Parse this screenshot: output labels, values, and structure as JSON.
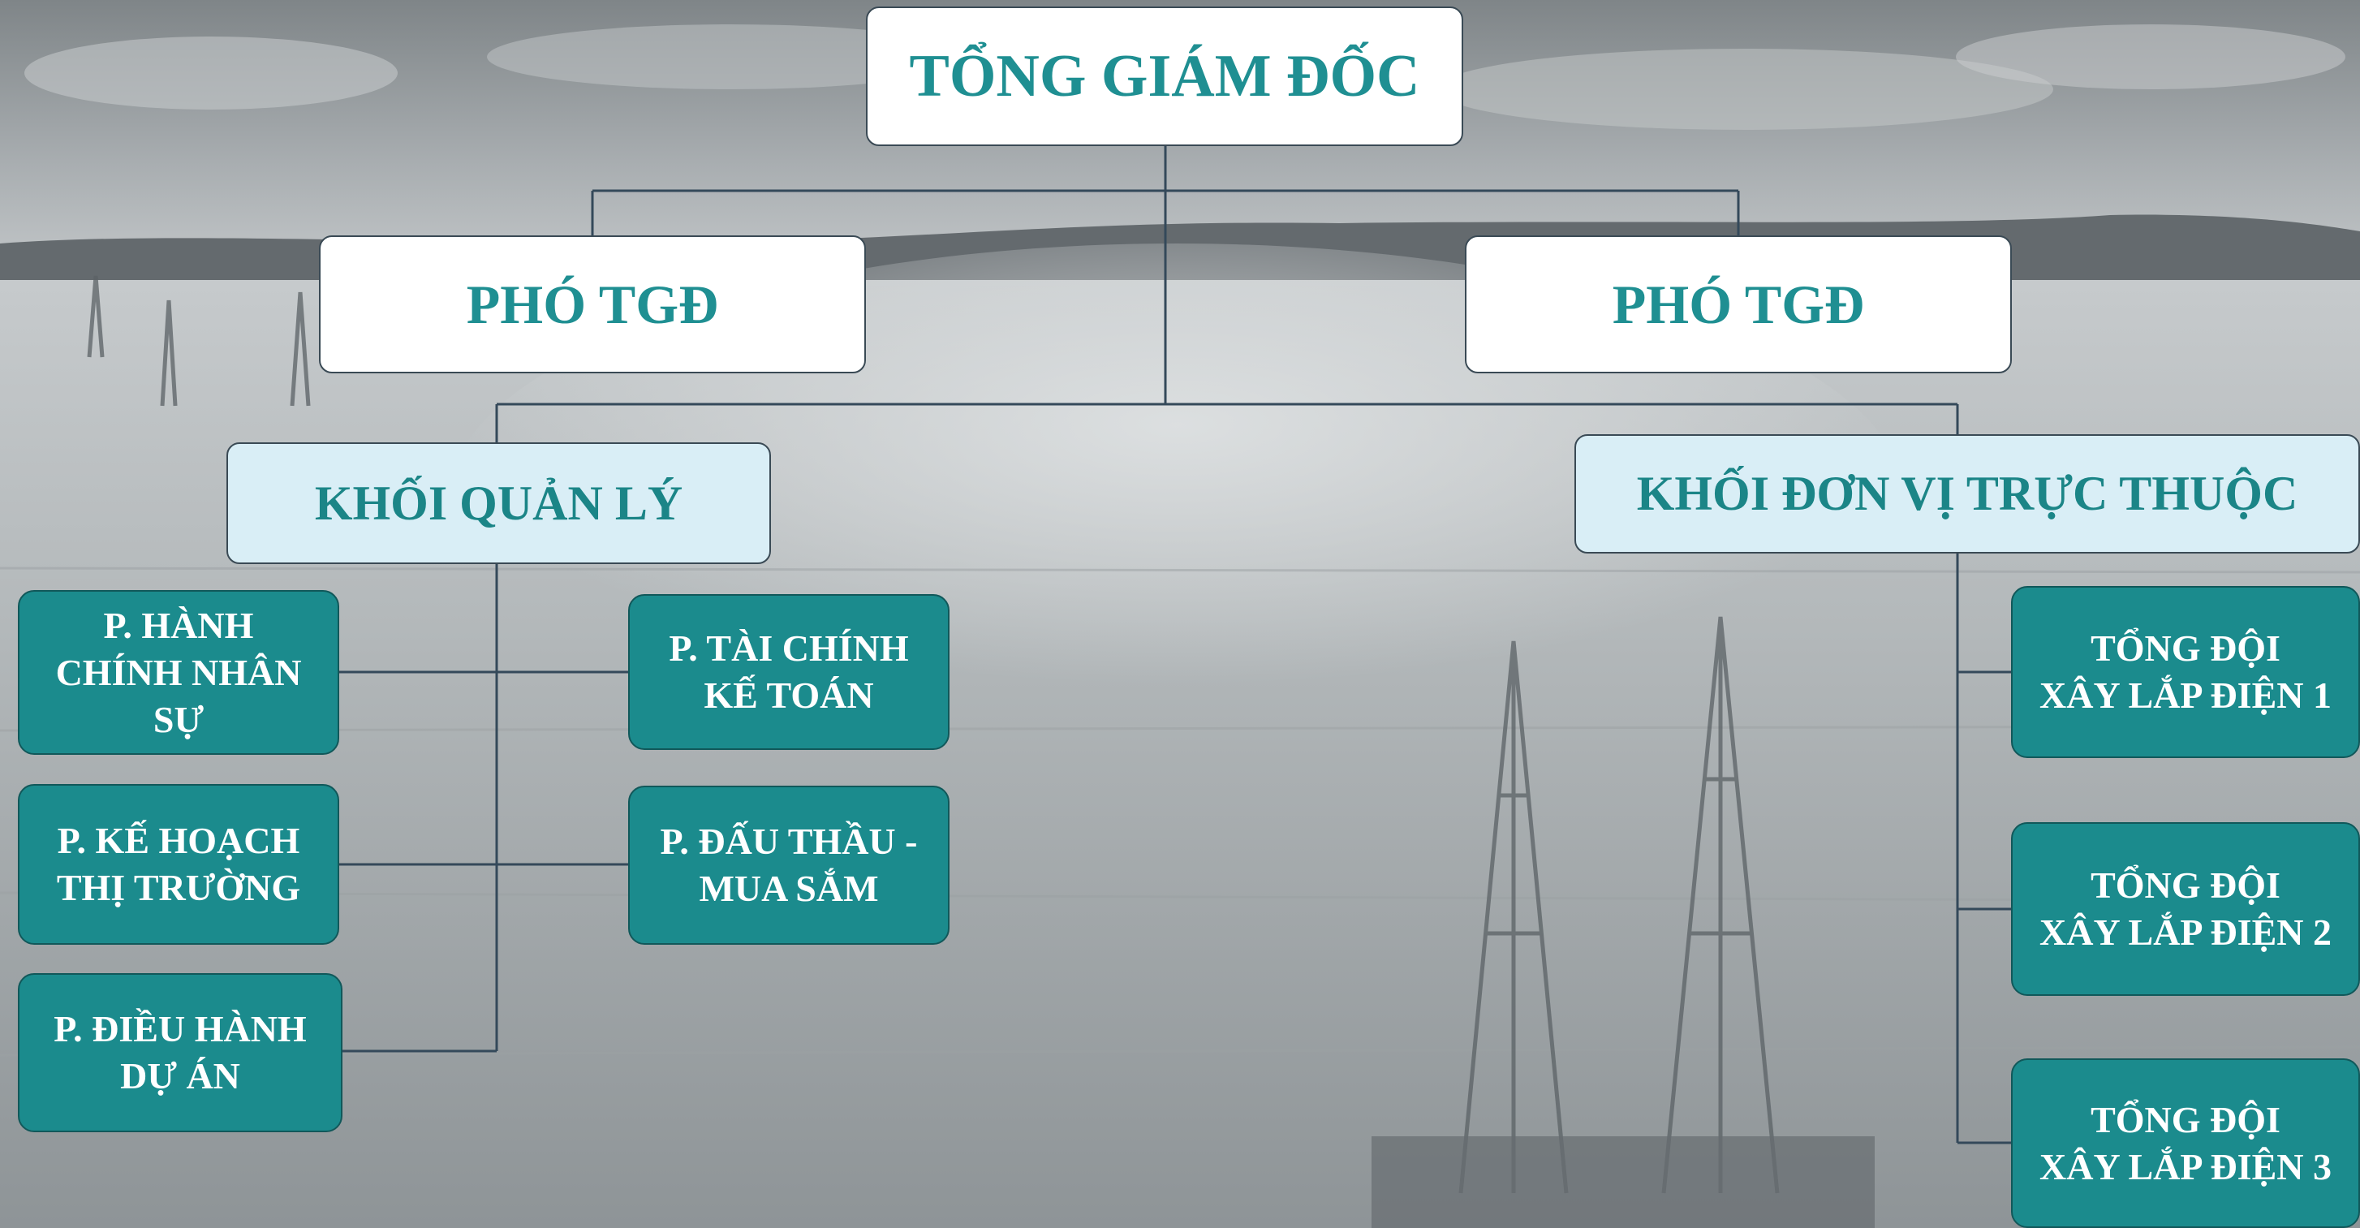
{
  "chart": {
    "top": {
      "label": "TỔNG GIÁM ĐỐC"
    },
    "deputies": [
      {
        "label": "PHÓ TGĐ"
      },
      {
        "label": "PHÓ TGĐ"
      }
    ],
    "blocks": {
      "management": {
        "label": "KHỐI QUẢN LÝ",
        "departments": [
          {
            "lines": [
              "P. HÀNH",
              "CHÍNH NHÂN",
              "SỰ"
            ]
          },
          {
            "lines": [
              "P. TÀI CHÍNH",
              "KẾ TOÁN"
            ]
          },
          {
            "lines": [
              "P. KẾ HOẠCH",
              "THỊ TRƯỜNG"
            ]
          },
          {
            "lines": [
              "P. ĐẤU THẦU -",
              "MUA SẮM"
            ]
          },
          {
            "lines": [
              "P. ĐIỀU HÀNH",
              "DỰ ÁN"
            ]
          }
        ]
      },
      "subsidiaries": {
        "label": "KHỐI ĐƠN VỊ TRỰC THUỘC",
        "units": [
          {
            "lines": [
              "TỔNG ĐỘI",
              "XÂY LẮP ĐIỆN 1"
            ]
          },
          {
            "lines": [
              "TỔNG ĐỘI",
              "XÂY LẮP ĐIỆN 2"
            ]
          },
          {
            "lines": [
              "TỔNG ĐỘI",
              "XÂY LẮP ĐIỆN 3"
            ]
          }
        ]
      }
    }
  },
  "colors": {
    "teal_box": "#1b8b8d",
    "title_text": "#1f8f92",
    "light_blue_box": "#d9eef6",
    "connector": "#34495a"
  }
}
